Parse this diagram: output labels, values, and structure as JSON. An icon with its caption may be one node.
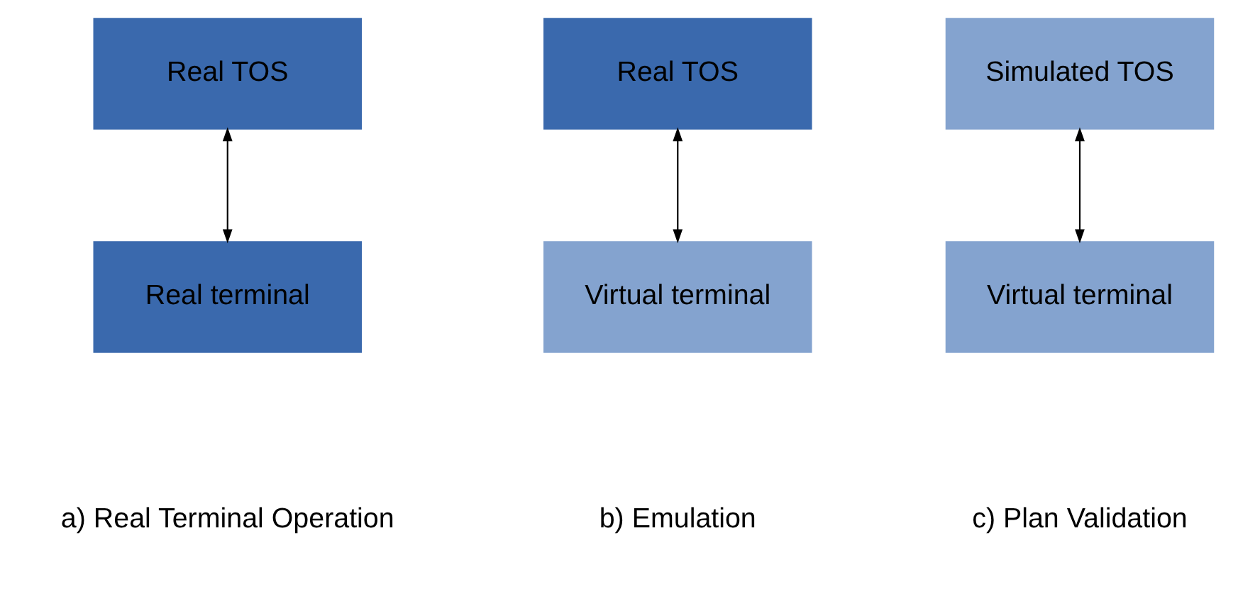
{
  "diagram": {
    "nodes": [
      {
        "text": [
          "Real TOS"
        ]
      },
      {
        "text": [
          "Real terminal"
        ]
      },
      {
        "text": [
          "Real TOS"
        ]
      },
      {
        "text": [
          "Virtual terminal"
        ]
      },
      {
        "text": [
          "Simulated TOS"
        ]
      },
      {
        "text": [
          "Virtual terminal"
        ]
      }
    ],
    "edges": [
      {
        "from": 0,
        "to": 1,
        "arrow": "both"
      },
      {
        "from": 2,
        "to": 3,
        "arrow": "both"
      },
      {
        "from": 4,
        "to": 5,
        "arrow": "both"
      }
    ],
    "labels": [
      "a) Real Terminal Operation",
      "b) Emulation",
      "c) Plan Validation"
    ]
  }
}
